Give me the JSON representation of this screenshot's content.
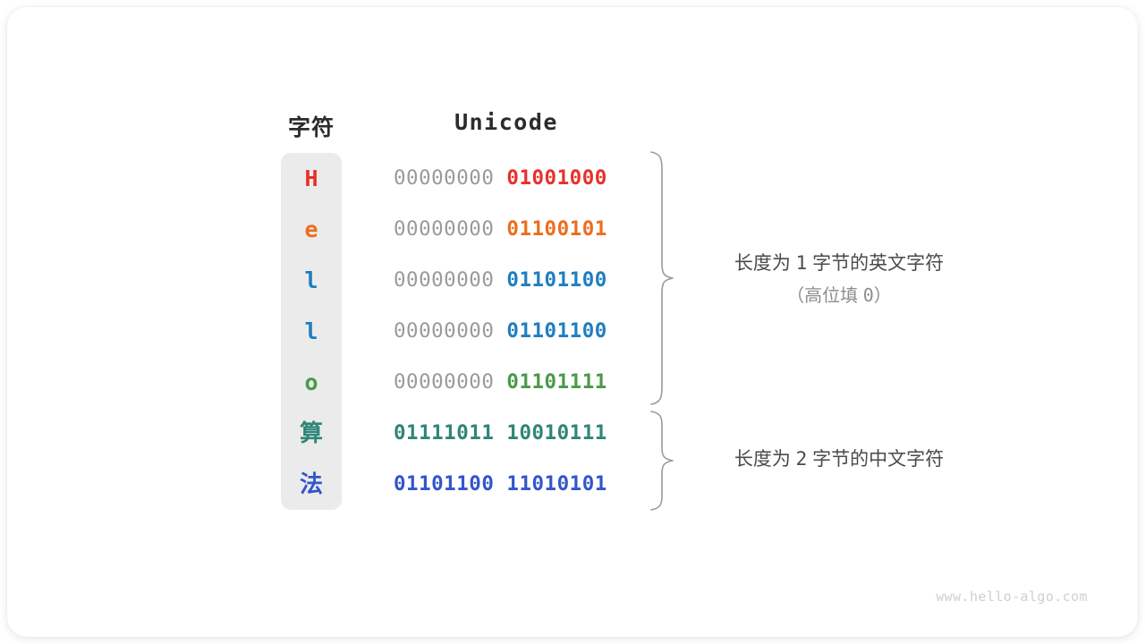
{
  "figure": {
    "headers": {
      "char": "字符",
      "encoding": "Unicode"
    },
    "rows": [
      {
        "glyph": "H",
        "is_cjk": false,
        "color": "#e8302a",
        "high_byte": "00000000",
        "low_byte": "01001000",
        "full": false
      },
      {
        "glyph": "e",
        "is_cjk": false,
        "color": "#ee6d1f",
        "high_byte": "00000000",
        "low_byte": "01100101",
        "full": false
      },
      {
        "glyph": "l",
        "is_cjk": false,
        "color": "#1f7ec0",
        "high_byte": "00000000",
        "low_byte": "01101100",
        "full": false
      },
      {
        "glyph": "l",
        "is_cjk": false,
        "color": "#1f7ec0",
        "high_byte": "00000000",
        "low_byte": "01101100",
        "full": false
      },
      {
        "glyph": "o",
        "is_cjk": false,
        "color": "#4a9a48",
        "high_byte": "00000000",
        "low_byte": "01101111",
        "full": false
      },
      {
        "glyph": "算",
        "is_cjk": true,
        "color": "#2e8578",
        "high_byte": "01111011",
        "low_byte": "10010111",
        "full": true
      },
      {
        "glyph": "法",
        "is_cjk": true,
        "color": "#3355cc",
        "high_byte": "01101100",
        "low_byte": "11010101",
        "full": true
      }
    ],
    "annotations": [
      {
        "text_before": "长度为 ",
        "number": "1",
        "text_after": " 字节的英文字符",
        "sub_before": "（高位填 ",
        "sub_number": "0",
        "sub_after": "）"
      },
      {
        "text_before": "长度为 ",
        "number": "2",
        "text_after": " 字节的中文字符",
        "sub_before": "",
        "sub_number": "",
        "sub_after": ""
      }
    ],
    "watermark": "www.hello-algo.com",
    "colors": {
      "panel_background": "#ebebeb",
      "high_bits": "#9a9a9a",
      "brace": "#9b9b9b",
      "annotation_text": "#4a4a4a",
      "annotation_sub_text": "#8d8d8d",
      "header_text": "#2b2b2b",
      "watermark": "#cfcfcf",
      "card_background": "#ffffff"
    }
  }
}
